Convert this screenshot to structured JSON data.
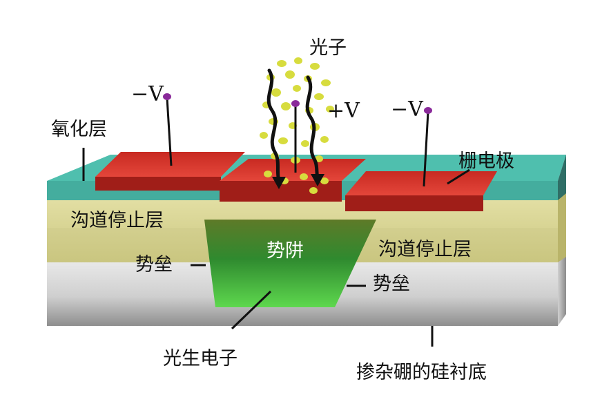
{
  "labels": {
    "photon": "光子",
    "oxide_layer": "氧化层",
    "gate_electrode": "栅电极",
    "channel_stop_left": "沟道停止层",
    "channel_stop_right": "沟道停止层",
    "potential_well": "势阱",
    "barrier_left": "势垒",
    "barrier_right": "势垒",
    "photoelectron": "光生电子",
    "substrate": "掺杂硼的硅衬底",
    "voltage_left": "−V",
    "voltage_center": "+V",
    "voltage_right": "−V"
  },
  "colors": {
    "gate": "#d9342b",
    "oxide": "#4bb8a8",
    "channel_stop": "#d8d48a",
    "substrate": "#d4d4d4",
    "well": "#3ca53a",
    "photon": "#d4d83a",
    "electrode_tip": "#8a2a9a"
  }
}
